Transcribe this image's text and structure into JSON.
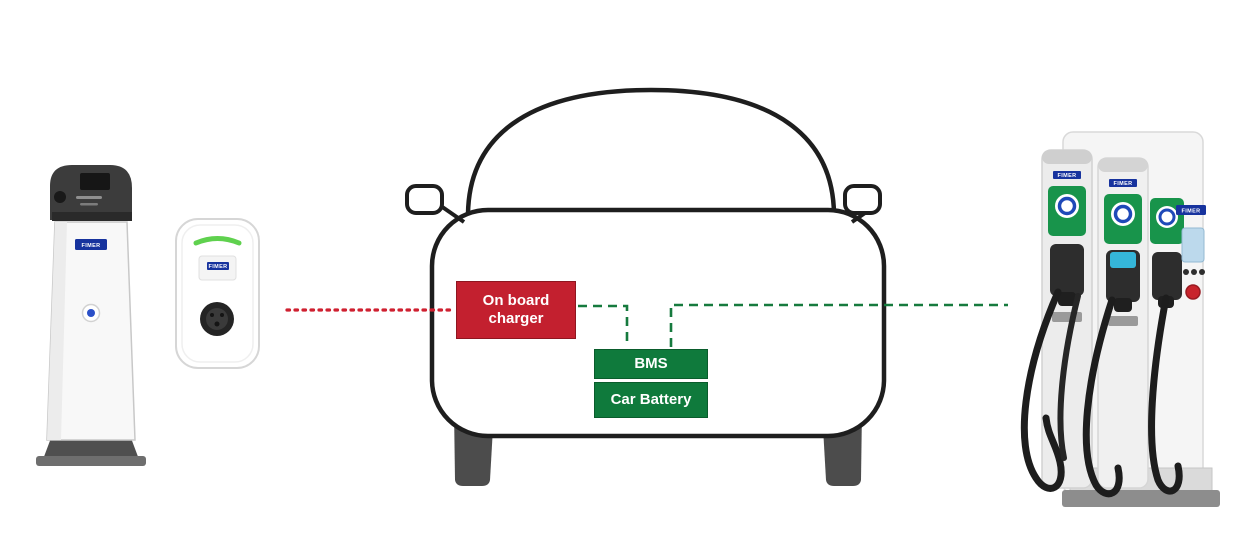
{
  "diagram": {
    "boxes": {
      "on_board_charger": {
        "label": "On board charger",
        "color": "#c3202f"
      },
      "bms": {
        "label": "BMS",
        "color": "#0f7a3c"
      },
      "car_battery": {
        "label": "Car Battery",
        "color": "#0f7a3c"
      }
    },
    "connections": {
      "ac_line": {
        "style": "dotted",
        "color": "#cf2030",
        "from": "wallbox-charger",
        "to": "on-board-charger-box"
      },
      "dc_line_obc_bms": {
        "style": "dashed",
        "color": "#167a3e",
        "from": "on-board-charger-box",
        "to": "bms-box"
      },
      "dc_line_bms_charger": {
        "style": "dashed",
        "color": "#167a3e",
        "from": "bms-box",
        "to": "dc-fast-charger"
      }
    },
    "brand": "FIMER",
    "icons": {
      "ac_pedestal_charger": "ac-pedestal-charger-icon",
      "wallbox_charger": "wallbox-charger-icon",
      "car": "electric-car-icon",
      "dc_fast_charger": "dc-fast-charger-icon"
    }
  }
}
